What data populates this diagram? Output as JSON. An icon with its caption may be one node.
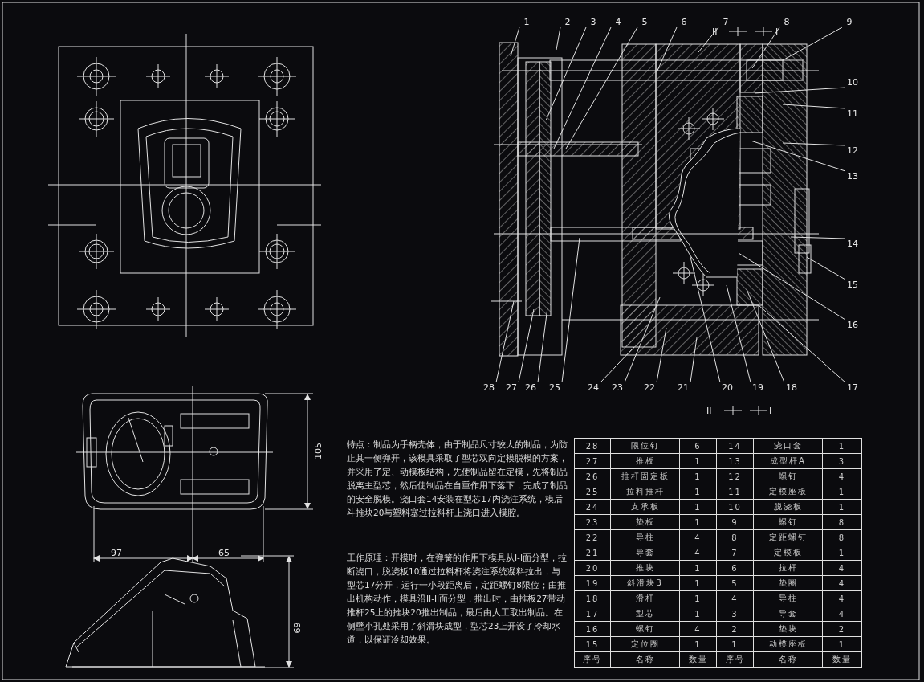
{
  "diagram": {
    "nodes": [
      {
        "text": [
          "1"
        ]
      },
      {
        "text": [
          "2"
        ]
      },
      {
        "text": [
          "3"
        ]
      },
      {
        "text": [
          "4"
        ]
      },
      {
        "text": [
          "5"
        ]
      },
      {
        "text": [
          "6"
        ]
      },
      {
        "text": [
          "7"
        ]
      },
      {
        "text": [
          "8"
        ]
      },
      {
        "text": [
          "9"
        ]
      },
      {
        "text": [
          "10"
        ]
      },
      {
        "text": [
          "11"
        ]
      },
      {
        "text": [
          "12"
        ]
      },
      {
        "text": [
          "13"
        ]
      },
      {
        "text": [
          "14"
        ]
      },
      {
        "text": [
          "15"
        ]
      },
      {
        "text": [
          "16"
        ]
      },
      {
        "text": [
          "17"
        ]
      },
      {
        "text": [
          "18"
        ]
      },
      {
        "text": [
          "19"
        ]
      },
      {
        "text": [
          "20"
        ]
      },
      {
        "text": [
          "21"
        ]
      },
      {
        "text": [
          "22"
        ]
      },
      {
        "text": [
          "23"
        ]
      },
      {
        "text": [
          "24"
        ]
      },
      {
        "text": [
          "25"
        ]
      },
      {
        "text": [
          "26"
        ]
      },
      {
        "text": [
          "27"
        ]
      },
      {
        "text": [
          "28"
        ]
      }
    ],
    "edges": [
      {
        "from": 0,
        "to": null,
        "arrow": "none"
      },
      {
        "from": 1,
        "to": null,
        "arrow": "none"
      },
      {
        "from": 2,
        "to": null,
        "arrow": "none"
      },
      {
        "from": 3,
        "to": null,
        "arrow": "none"
      },
      {
        "from": 4,
        "to": null,
        "arrow": "none"
      },
      {
        "from": 5,
        "to": null,
        "arrow": "none"
      },
      {
        "from": 6,
        "to": null,
        "arrow": "none"
      },
      {
        "from": 7,
        "to": null,
        "arrow": "none"
      },
      {
        "from": 8,
        "to": null,
        "arrow": "none"
      },
      {
        "from": 9,
        "to": null,
        "arrow": "none"
      },
      {
        "from": 10,
        "to": null,
        "arrow": "none"
      },
      {
        "from": 11,
        "to": null,
        "arrow": "none"
      },
      {
        "from": 12,
        "to": null,
        "arrow": "none"
      },
      {
        "from": 13,
        "to": null,
        "arrow": "none"
      },
      {
        "from": 14,
        "to": null,
        "arrow": "none"
      },
      {
        "from": 15,
        "to": null,
        "arrow": "none"
      },
      {
        "from": 16,
        "to": null,
        "arrow": "none"
      },
      {
        "from": 17,
        "to": null,
        "arrow": "none"
      },
      {
        "from": 18,
        "to": null,
        "arrow": "none"
      },
      {
        "from": 19,
        "to": null,
        "arrow": "none"
      },
      {
        "from": 20,
        "to": null,
        "arrow": "none"
      },
      {
        "from": 21,
        "to": null,
        "arrow": "none"
      },
      {
        "from": 22,
        "to": null,
        "arrow": "none"
      },
      {
        "from": 23,
        "to": null,
        "arrow": "none"
      },
      {
        "from": 24,
        "to": null,
        "arrow": "none"
      },
      {
        "from": 25,
        "to": null,
        "arrow": "none"
      },
      {
        "from": 26,
        "to": null,
        "arrow": "none"
      },
      {
        "from": 27,
        "to": null,
        "arrow": "none"
      }
    ],
    "labels": [
      "II",
      "I",
      "II",
      "I",
      "105",
      "97",
      "65",
      "69",
      "特点：制品为手柄壳体，由于制品尺寸较大的制品，为防止其一侧弹开，该模具采取了型芯双向定模脱模的方案，并采用了定、动模板结构，先使制品留在定模，先将制品脱离主型芯，然后使制品在自重作用下落下，完成了制品的安全脱模。浇口套14安装在型芯17内浇注系统，模后斗推块20与塑料塞过拉料杆上浇口进入模腔。",
      "工作原理：开模时，在弹簧的作用下模具从I-I面分型，拉断浇口，脱浇板10通过拉料杆将浇注系统凝料拉出，与型芯17分开，运行一小段距离后，定距螺钉8限位；由推出机构动作，模具沿II-II面分型，推出时，由推板27带动推杆25上的推块20推出制品，最后由人工取出制品。在侧壁小孔处采用了斜滑块成型，型芯23上开设了冷却水道，以保证冷却效果。",
      "28",
      "限位钉",
      "6",
      "14",
      "浇口套",
      "1",
      "27",
      "推板",
      "1",
      "13",
      "成型杆A",
      "3",
      "26",
      "推杆固定板",
      "1",
      "12",
      "螺钉",
      "4",
      "25",
      "拉料推杆",
      "1",
      "11",
      "定模座板",
      "1",
      "24",
      "支承板",
      "1",
      "10",
      "脱浇板",
      "1",
      "23",
      "垫板",
      "1",
      "9",
      "螺钉",
      "8",
      "22",
      "导柱",
      "4",
      "8",
      "定距螺钉",
      "8",
      "21",
      "导套",
      "4",
      "7",
      "定模板",
      "1",
      "20",
      "推块",
      "1",
      "6",
      "拉杆",
      "4",
      "19",
      "斜滑块B",
      "1",
      "5",
      "垫圈",
      "4",
      "18",
      "滑杆",
      "1",
      "4",
      "导柱",
      "4",
      "17",
      "型芯",
      "1",
      "3",
      "导套",
      "4",
      "16",
      "螺钉",
      "4",
      "2",
      "垫块",
      "2",
      "15",
      "定位圈",
      "1",
      "1",
      "动模座板",
      "1",
      "序号",
      "名称",
      "数量",
      "序号",
      "名称",
      "数量"
    ]
  }
}
